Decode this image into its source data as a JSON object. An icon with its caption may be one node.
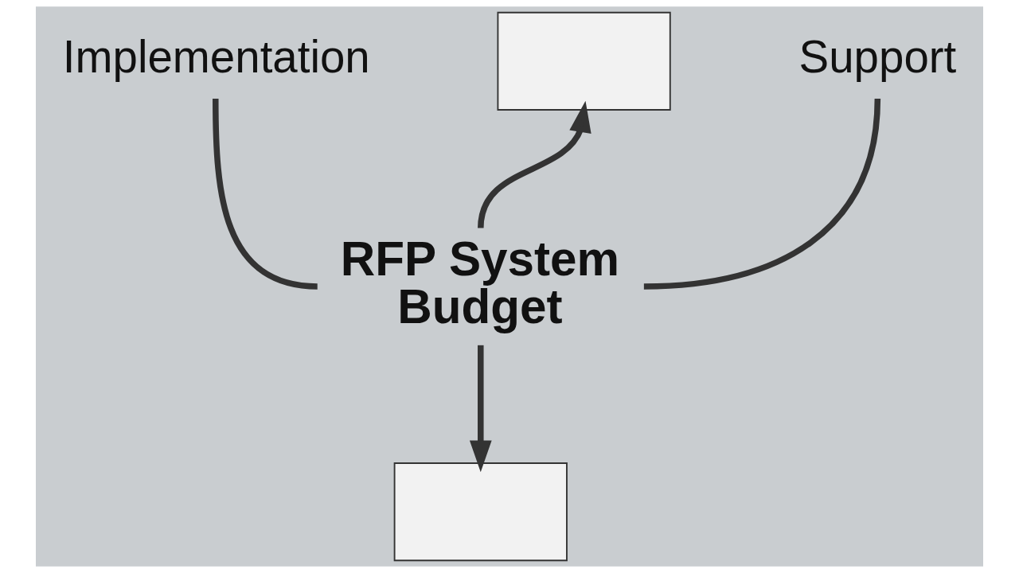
{
  "diagram": {
    "nodes": [
      {
        "text": [
          "Implementation"
        ]
      },
      {
        "text": [],
        "shape": "box"
      },
      {
        "text": [
          "Support"
        ]
      },
      {
        "text": [
          "RFP System Budget"
        ]
      },
      {
        "text": [],
        "shape": "box"
      }
    ],
    "edges": [
      {
        "from": 0,
        "to": 3,
        "arrow": "none"
      },
      {
        "from": 3,
        "to": 1,
        "arrow": "to"
      },
      {
        "from": 2,
        "to": 3,
        "arrow": "none"
      },
      {
        "from": 3,
        "to": 4,
        "arrow": "to"
      }
    ]
  }
}
